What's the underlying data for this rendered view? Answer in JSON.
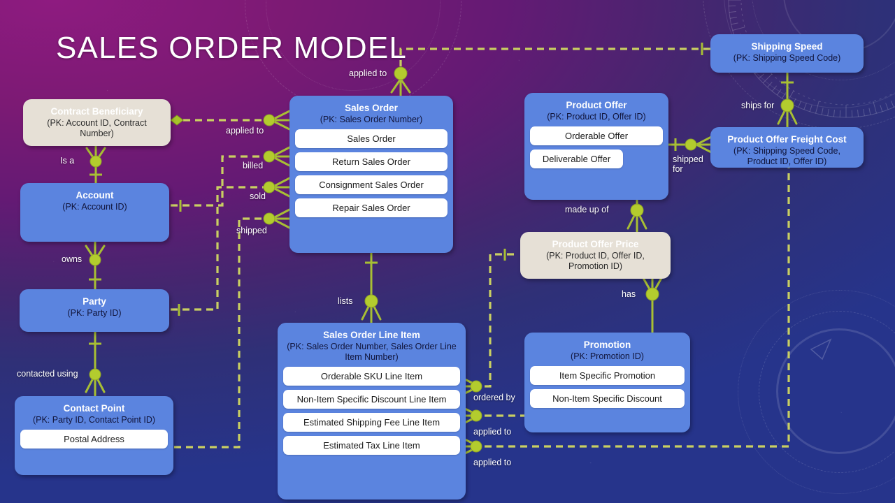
{
  "title": "SALES ORDER MODEL",
  "colors": {
    "entity_blue": "#5b84df",
    "entity_beige": "#e6e0d6",
    "subtype_white": "#ffffff",
    "connector_green": "#a8bf34",
    "label_white": "#ffffff",
    "background_magenta": "#8b1a7a",
    "background_blue": "#26348b"
  },
  "entities": [
    {
      "id": "contract-beneficiary",
      "name": "Contract Beneficiary",
      "pk": "(PK: Account ID, Contract Number)",
      "style": "beige",
      "subtypes": []
    },
    {
      "id": "account",
      "name": "Account",
      "pk": "(PK: Account ID)",
      "style": "blue",
      "subtypes": []
    },
    {
      "id": "party",
      "name": "Party",
      "pk": "(PK: Party ID)",
      "style": "blue",
      "subtypes": []
    },
    {
      "id": "contact-point",
      "name": "Contact Point",
      "pk": "(PK: Party ID, Contact Point ID)",
      "style": "blue",
      "subtypes": [
        "Postal Address"
      ]
    },
    {
      "id": "sales-order",
      "name": "Sales Order",
      "pk": "(PK: Sales Order Number)",
      "style": "blue",
      "subtypes": [
        "Sales Order",
        "Return Sales Order",
        "Consignment Sales Order",
        "Repair Sales Order"
      ]
    },
    {
      "id": "sales-order-line-item",
      "name": "Sales Order Line Item",
      "pk": "(PK: Sales Order Number,\nSales Order Line Item Number)",
      "style": "blue",
      "subtypes": [
        "Orderable SKU Line Item",
        "Non-Item Specific Discount Line Item",
        "Estimated Shipping Fee Line Item",
        "Estimated Tax Line Item"
      ]
    },
    {
      "id": "product-offer",
      "name": "Product Offer",
      "pk": "(PK: Product ID, Offer ID)",
      "style": "blue",
      "subtypes": [
        "Orderable Offer",
        "Deliverable Offer"
      ]
    },
    {
      "id": "product-offer-price",
      "name": "Product Offer Price",
      "pk": "(PK: Product ID, Offer ID,\nPromotion ID)",
      "style": "beige",
      "subtypes": []
    },
    {
      "id": "promotion",
      "name": "Promotion",
      "pk": "(PK: Promotion ID)",
      "style": "blue",
      "subtypes": [
        "Item Specific Promotion",
        "Non-Item Specific Discount"
      ]
    },
    {
      "id": "shipping-speed",
      "name": "Shipping Speed",
      "pk": "(PK: Shipping Speed Code)",
      "style": "blue",
      "subtypes": []
    },
    {
      "id": "product-offer-freight-cost",
      "name": "Product Offer Freight Cost",
      "pk": "(PK: Shipping Speed Code,\nProduct ID, Offer ID)",
      "style": "blue",
      "subtypes": []
    }
  ],
  "relationships": [
    {
      "id": "is-a",
      "label": "Is a"
    },
    {
      "id": "owns",
      "label": "owns"
    },
    {
      "id": "contacted-using",
      "label": "contacted using"
    },
    {
      "id": "applied-to-top",
      "label": "applied to"
    },
    {
      "id": "applied-to-cb",
      "label": "applied to"
    },
    {
      "id": "billed",
      "label": "billed"
    },
    {
      "id": "sold",
      "label": "sold"
    },
    {
      "id": "shipped",
      "label": "shipped"
    },
    {
      "id": "lists",
      "label": "lists"
    },
    {
      "id": "ordered-by",
      "label": "ordered by"
    },
    {
      "id": "applied-to-disc",
      "label": "applied to"
    },
    {
      "id": "applied-to-ship",
      "label": "applied to"
    },
    {
      "id": "made-up-of",
      "label": "made up of"
    },
    {
      "id": "has",
      "label": "has"
    },
    {
      "id": "shipped-for",
      "label": "shipped\nfor"
    },
    {
      "id": "ships-for",
      "label": "ships for"
    }
  ]
}
